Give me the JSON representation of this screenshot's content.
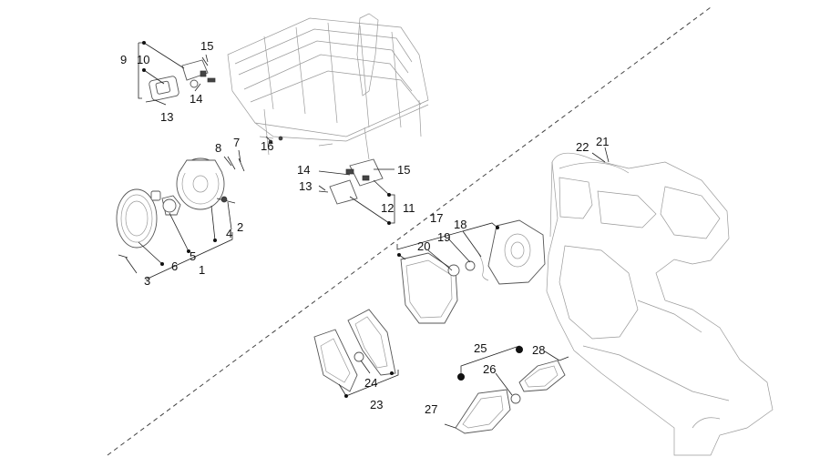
{
  "callouts": [
    {
      "id": "c1",
      "text": "1"
    },
    {
      "id": "c2",
      "text": "2"
    },
    {
      "id": "c3",
      "text": "3"
    },
    {
      "id": "c4",
      "text": "4"
    },
    {
      "id": "c5",
      "text": "5"
    },
    {
      "id": "c6",
      "text": "6"
    },
    {
      "id": "c7",
      "text": "7"
    },
    {
      "id": "c8",
      "text": "8"
    },
    {
      "id": "c9",
      "text": "9"
    },
    {
      "id": "c10",
      "text": "10"
    },
    {
      "id": "c11",
      "text": "11"
    },
    {
      "id": "c12",
      "text": "12"
    },
    {
      "id": "c13a",
      "text": "13"
    },
    {
      "id": "c13b",
      "text": "13"
    },
    {
      "id": "c14a",
      "text": "14"
    },
    {
      "id": "c14b",
      "text": "14"
    },
    {
      "id": "c15a",
      "text": "15"
    },
    {
      "id": "c15b",
      "text": "15"
    },
    {
      "id": "c16",
      "text": "16"
    },
    {
      "id": "c17",
      "text": "17"
    },
    {
      "id": "c18",
      "text": "18"
    },
    {
      "id": "c19",
      "text": "19"
    },
    {
      "id": "c20",
      "text": "20"
    },
    {
      "id": "c21",
      "text": "21"
    },
    {
      "id": "c22",
      "text": "22"
    },
    {
      "id": "c23",
      "text": "23"
    },
    {
      "id": "c24",
      "text": "24"
    },
    {
      "id": "c25",
      "text": "25"
    },
    {
      "id": "c26",
      "text": "26"
    },
    {
      "id": "c27",
      "text": "27"
    },
    {
      "id": "c28",
      "text": "28"
    }
  ],
  "colors": {
    "ink": "#111111",
    "part_outline": "#555555",
    "background": "#ffffff"
  }
}
